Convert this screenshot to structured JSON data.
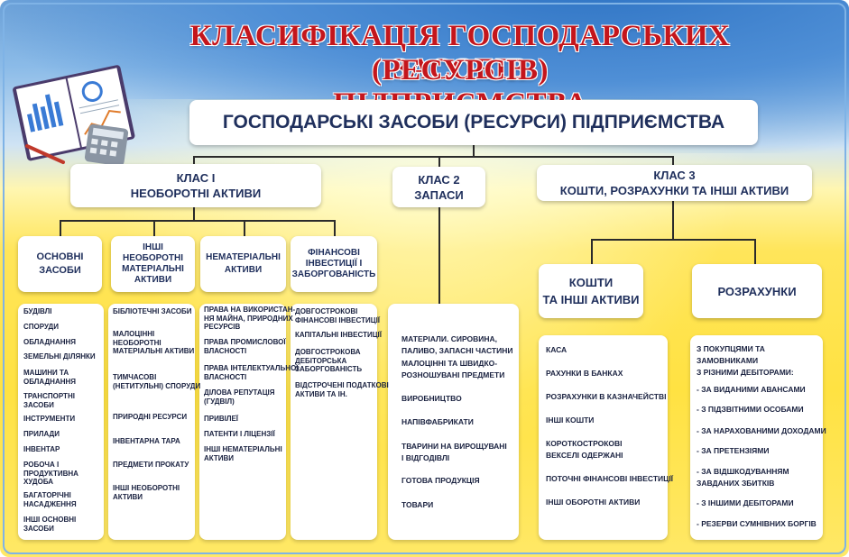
{
  "title": {
    "line1": "КЛАСИФІКАЦІЯ ГОСПОДАРСЬКИХ ЗАСОБІВ",
    "line2": "(РЕСУРСІВ) ПІДПРИЄМСТВА"
  },
  "root": "ГОСПОДАРСЬКІ ЗАСОБИ (РЕСУРСИ) ПІДПРИЄМСТВА",
  "classes": {
    "class1": {
      "line1": "КЛАС І",
      "line2": "НЕОБОРОТНІ АКТИВИ"
    },
    "class2": {
      "line1": "КЛАС 2",
      "line2": "ЗАПАСИ"
    },
    "class3": {
      "line1": "КЛАС 3",
      "line2": "КОШТИ, РОЗРАХУНКИ ТА ІНШІ АКТИВИ"
    }
  },
  "subgroups": {
    "fixed": {
      "line1": "ОСНОВНІ",
      "line2": "ЗАСОБИ"
    },
    "other_noncurrent": {
      "line1": "ІНШІ",
      "line2": "НЕОБОРОТНІ",
      "line3": "МАТЕРІАЛЬНІ",
      "line4": "АКТИВИ"
    },
    "intangible": {
      "line1": "НЕМАТЕРІАЛЬНІ",
      "line2": "АКТИВИ"
    },
    "financial": {
      "line1": "ФІНАНСОВІ",
      "line2": "ІНВЕСТИЦІЇ І",
      "line3": "ЗАБОРГОВАНІСТЬ"
    },
    "cash": {
      "line1": "КОШТИ",
      "line2": "ТА ІНШІ АКТИВИ"
    },
    "settlements": {
      "line1": "РОЗРАХУНКИ"
    }
  },
  "lists": {
    "fixed": [
      "БУДІВЛІ",
      "СПОРУДИ",
      "ОБЛАДНАННЯ",
      "ЗЕМЕЛЬНІ ДІЛЯНКИ",
      "МАШИНИ ТА|ОБЛАДНАННЯ",
      "ТРАНСПОРТНІ|ЗАСОБИ",
      "ІНСТРУМЕНТИ",
      "ПРИЛАДИ",
      "ІНВЕНТАР",
      "РОБОЧА І|ПРОДУКТИВНА|ХУДОБА",
      "БАГАТОРІЧНІ|НАСАДЖЕННЯ",
      "ІНШІ ОСНОВНІ|ЗАСОБИ"
    ],
    "other_noncurrent": [
      "БІБЛІОТЕЧНІ ЗАСОБИ",
      "МАЛОЦІННІ|НЕОБОРОТНІ|МАТЕРІАЛЬНІ АКТИВИ",
      "ТИМЧАСОВІ|(НЕТИТУЛЬНІ) СПОРУДИ",
      "ПРИРОДНІ РЕСУРСИ",
      "ІНВЕНТАРНА ТАРА",
      "ПРЕДМЕТИ ПРОКАТУ",
      "ІНШІ НЕОБОРОТНІ|АКТИВИ"
    ],
    "intangible": [
      "ПРАВА НА ВИКОРИСТАН-|НЯ МАЙНА, ПРИРОДНИХ|РЕСУРСІВ",
      "ПРАВА ПРОМИСЛОВОЇ|ВЛАСНОСТІ",
      "ПРАВА ІНТЕЛЕКТУАЛЬНОЇ|ВЛАСНОСТІ",
      "ДІЛОВА РЕПУТАЦІЯ|(ГУДВІЛ)",
      "ПРИВІЛЕЇ",
      "ПАТЕНТИ І ЛІЦЕНЗІЇ",
      "ІНШІ НЕМАТЕРІАЛЬНІ|АКТИВИ"
    ],
    "financial": [
      "ДОВГОСТРОКОВІ|ФІНАНСОВІ ІНВЕСТИЦІЇ",
      "КАПІТАЛЬНІ ІНВЕСТИЦІЇ",
      "ДОВГОСТРОКОВА|ДЕБІТОРСЬКА|ЗАБОРГОВАНІСТЬ",
      "ВІДСТРОЧЕНІ ПОДАТКОВІ|АКТИВИ ТА ІН."
    ],
    "stocks": [
      "МАТЕРІАЛИ. СИРОВИНА,|ПАЛИВО, ЗАПАСНІ ЧАСТИНИ",
      "МАЛОЦІННІ ТА ШВИДКО-|РОЗНОШУВАНІ ПРЕДМЕТИ",
      "ВИРОБНИЦТВО",
      "НАПІВФАБРИКАТИ",
      "ТВАРИНИ НА ВИРОЩУВАНІ|І ВІДГОДІВЛІ",
      "ГОТОВА ПРОДУКЦІЯ",
      "ТОВАРИ"
    ],
    "cash": [
      "КАСА",
      "РАХУНКИ В БАНКАХ",
      "РОЗРАХУНКИ В КАЗНАЧЕЙСТВІ",
      "ІНШІ КОШТИ",
      "КОРОТКОСТРОКОВІ|ВЕКСЕЛІ ОДЕРЖАНІ",
      "ПОТОЧНІ ФІНАНСОВІ ІНВЕСТИЦІЇ",
      "ІНШІ ОБОРОТНІ АКТИВИ"
    ],
    "settlements": [
      "З ПОКУПЦЯМИ ТА|ЗАМОВНИКАМИ|З РІЗНИМИ ДЕБІТОРАМИ:",
      "- ЗА ВИДАНИМИ АВАНСАМИ",
      "- З ПІДЗВІТНИМИ ОСОБАМИ",
      "- ЗА НАРАХОВАНИМИ ДОХОДАМИ",
      "- ЗА ПРЕТЕНЗІЯМИ",
      "- ЗА ВІДШКОДУВАННЯМ|ЗАВДАНИХ ЗБИТКІВ",
      "- З ІНШИМИ ДЕБІТОРАМИ",
      "- РЕЗЕРВИ СУМНІВНИХ БОРГІВ"
    ]
  },
  "colors": {
    "title_red": "#c4161c",
    "header_navy": "#1f2f5c",
    "flag_blue": "#2f74c4",
    "flag_yellow": "#ffe242"
  }
}
